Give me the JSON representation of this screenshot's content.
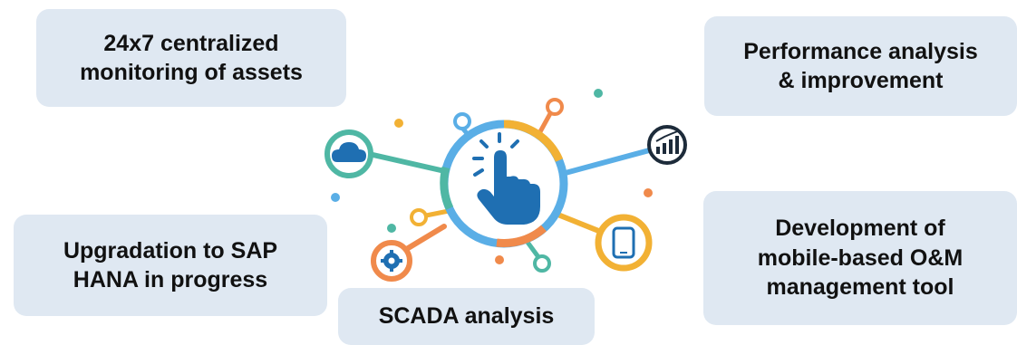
{
  "boxes": {
    "top_left": [
      "24x7 centralized",
      "monitoring of assets"
    ],
    "top_right": [
      "Performance analysis",
      "& improvement"
    ],
    "bottom_left": [
      "Upgradation to SAP",
      "HANA in progress"
    ],
    "bottom_right": [
      "Development of",
      "mobile-based O&M",
      "management tool"
    ],
    "bottom_center": [
      "SCADA analysis"
    ]
  },
  "icons": [
    "cloud-icon",
    "bar-chart-icon",
    "mobile-phone-icon",
    "gear-icon",
    "pointing-hand-icon"
  ],
  "colors": {
    "box_background": "#dfe8f2",
    "blue": "#5aaee6",
    "teal": "#4fb7a4",
    "orange": "#f08a4b",
    "yellow": "#f2b134",
    "hand": "#1f6fb2",
    "dark": "#1d2b3a"
  }
}
